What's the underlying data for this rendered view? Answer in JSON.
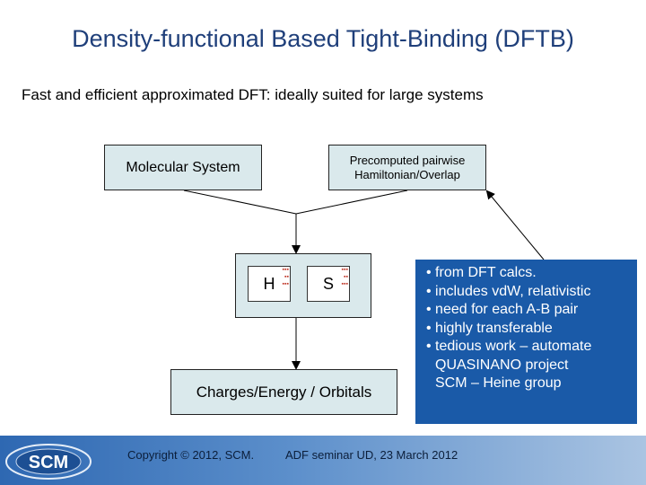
{
  "slide": {
    "title": "Density-functional Based Tight-Binding (DFTB)",
    "subtitle": "Fast and efficient approximated DFT: ideally suited for large systems"
  },
  "diagram": {
    "molecular_system": "Molecular System",
    "precomputed_line1": "Precomputed pairwise",
    "precomputed_line2": "Hamiltonian/Overlap",
    "h_label": "H",
    "s_label": "S",
    "output": "Charges/Energy / Orbitals"
  },
  "properties": {
    "items": [
      "• from DFT calcs.",
      "• includes vdW, relativistic",
      "• need for each A-B pair",
      "• highly transferable",
      "• tedious work – automate"
    ],
    "continuation": [
      "QUASINANO project",
      "SCM – Heine group"
    ],
    "background_color": "#1a5aa8"
  },
  "footer": {
    "copyright": "Copyright © 2012, SCM.",
    "event": "ADF seminar UD,  23 March 2012",
    "logo_text": "SCM"
  },
  "colors": {
    "title": "#1f3f7a",
    "box_fill": "#dae9ec"
  }
}
